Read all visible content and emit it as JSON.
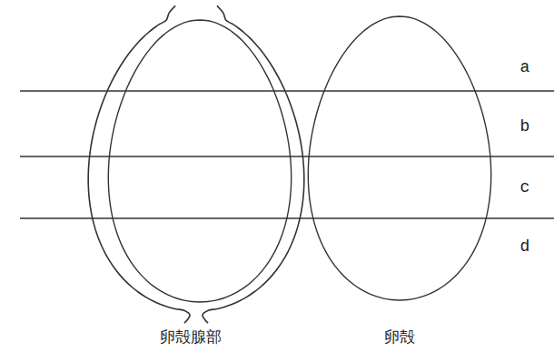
{
  "diagram": {
    "labels": [
      "a",
      "b",
      "c",
      "d",
      "卵殻腺部",
      "卵殻"
    ]
  }
}
